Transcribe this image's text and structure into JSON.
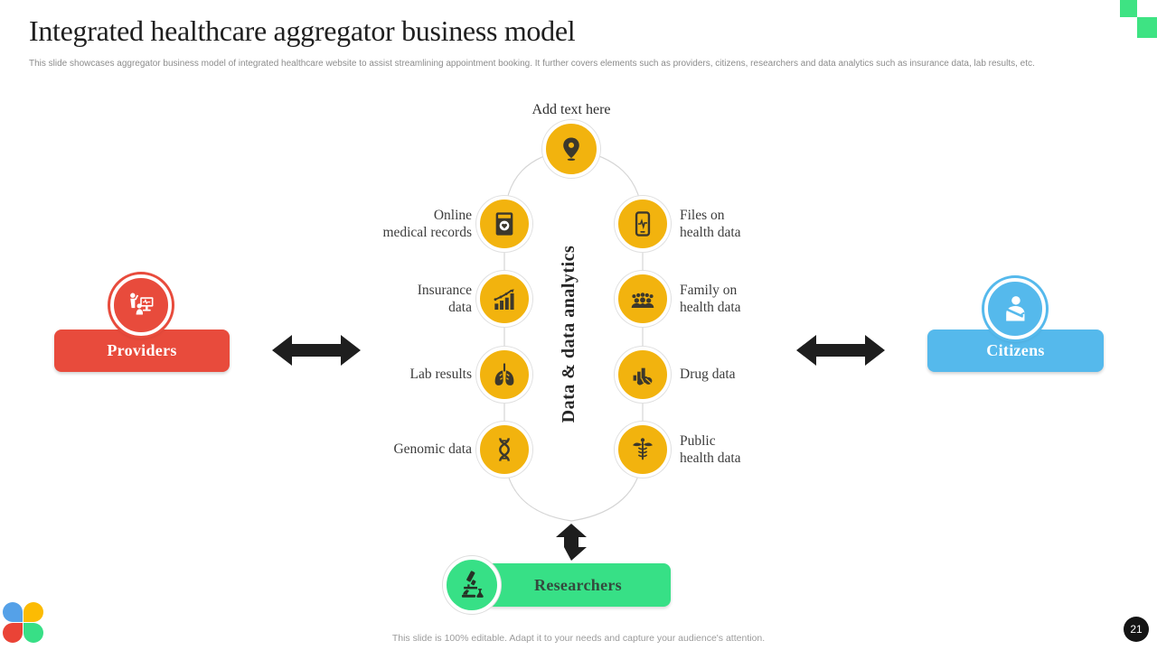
{
  "slide": {
    "title": "Integrated healthcare aggregator business model",
    "subtitle": "This slide showcases aggregator business model of integrated healthcare website to assist streamlining appointment booking.  It  further covers elements such as providers, citizens, researchers and data analytics such as insurance data, lab results, etc.",
    "footer": "This slide is 100% editable.  Adapt it to your needs and capture your audience's attention.",
    "page_number": "21"
  },
  "diagram": {
    "top_placeholder": "Add text here",
    "center_label": "Data & data analytics",
    "left_nodes": [
      {
        "label": "Online\nmedical records",
        "icon": "medical-book-icon"
      },
      {
        "label": "Insurance\ndata",
        "icon": "bar-chart-icon"
      },
      {
        "label": "Lab results",
        "icon": "lungs-icon"
      },
      {
        "label": "Genomic data",
        "icon": "dna-icon"
      }
    ],
    "right_nodes": [
      {
        "label": "Files on\nhealth data",
        "icon": "smartphone-icon"
      },
      {
        "label": "Family on\nhealth data",
        "icon": "people-group-icon"
      },
      {
        "label": "Drug data",
        "icon": "drug-chart-icon"
      },
      {
        "label": "Public\nhealth data",
        "icon": "caduceus-icon"
      }
    ],
    "entities": {
      "providers": {
        "label": "Providers",
        "color": "#e84b3c",
        "icon": "doctor-computer-icon"
      },
      "citizens": {
        "label": "Citizens",
        "color": "#55b9ec",
        "icon": "patient-icon"
      },
      "researchers": {
        "label": "Researchers",
        "color": "#37e086",
        "icon": "microscope-icon"
      }
    },
    "node_color": "#f2b30e",
    "icon_color": "#3c382c",
    "loop_color": "#d5d5d5",
    "arrow_color": "#1e1e1e"
  }
}
